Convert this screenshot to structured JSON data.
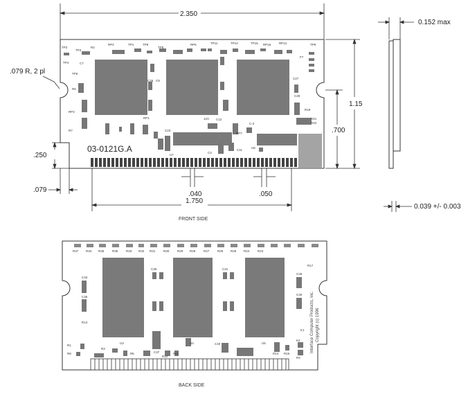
{
  "dimensions": {
    "overall_width": "2.350",
    "thickness_max": "0.152 max",
    "corner_radius": ".079 R, 2 pl",
    "height": "1.15",
    "inner_height": ".700",
    "lower_height": ".250",
    "notch_offset": ".079",
    "pin_pitch": ".040",
    "pin_span": "1.750",
    "pin_width": ".050",
    "board_thickness": "0.039 +/- 0.003"
  },
  "front": {
    "caption": "FRONT SIDE",
    "part_number": "03-0121G.A",
    "labels": [
      "TP2",
      "TP3",
      "R2",
      "RP2",
      "TP1",
      "TP8",
      "TP4",
      "TP6",
      "RP6",
      "TP11",
      "TP14",
      "TP15",
      "RP16",
      "RP12",
      "TP9",
      "F7",
      "TP5",
      "C7",
      "C26",
      "C27",
      "C28",
      "R5",
      "R7",
      "RP3",
      "RP1",
      "R19",
      "R21",
      "R22",
      "C23",
      "12V",
      "C12",
      "RP7",
      "C11",
      "C3",
      "C9",
      "C-2",
      "U6",
      "U7"
    ]
  },
  "back": {
    "caption": "BACK SIDE",
    "copyright": [
      "Interface Computer Products, Inc.",
      "Copyright (c) 1996"
    ],
    "labels": [
      "R37",
      "R34",
      "R35",
      "R36",
      "R33",
      "R32",
      "R31",
      "R30",
      "R29",
      "R28",
      "R27",
      "R26",
      "R25",
      "R24",
      "R23",
      "R17",
      "C33",
      "C35",
      "C36",
      "C30",
      "C31",
      "C38",
      "R13",
      "R4",
      "R1",
      "R9",
      "U3",
      "U4",
      "U5",
      "R16",
      "R14",
      "R12",
      "R11",
      "C40",
      "C37",
      "R3",
      "R5",
      "K1",
      "K2"
    ]
  }
}
